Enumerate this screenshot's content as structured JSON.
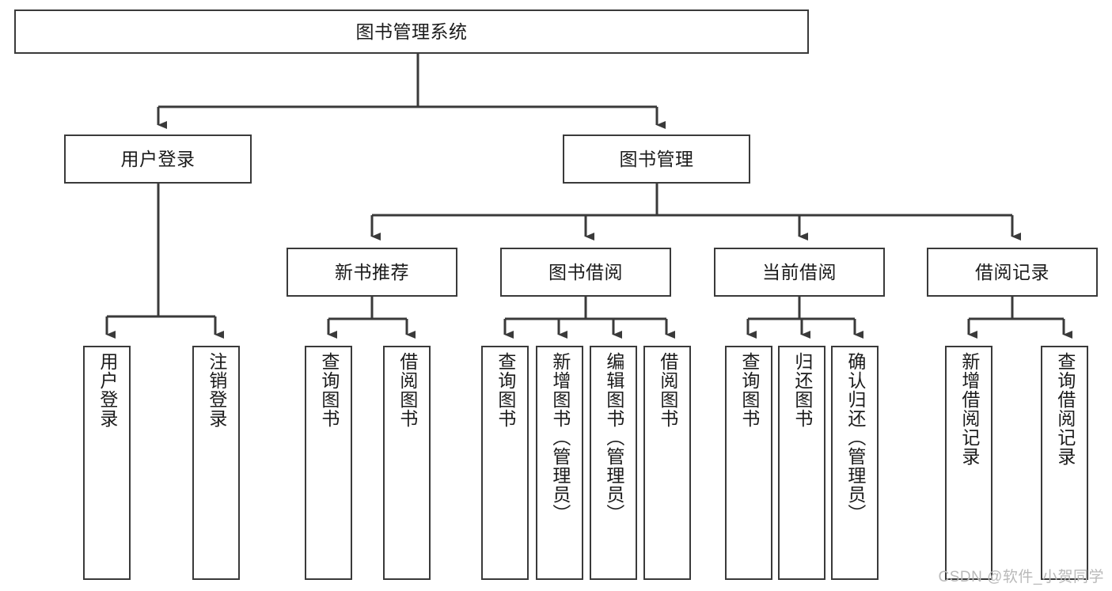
{
  "diagram": {
    "title": "图书管理系统",
    "type": "tree-hierarchy",
    "colors": {
      "box_border": "#3a3a3a",
      "box_fill": "#ffffff",
      "edge": "#3a3a3a",
      "text": "#1b1b1b",
      "watermark": "#b9b9b9"
    }
  },
  "root": {
    "label": "图书管理系统"
  },
  "level2": [
    {
      "label": "用户登录"
    },
    {
      "label": "图书管理"
    }
  ],
  "level3": [
    {
      "label": "新书推荐"
    },
    {
      "label": "图书借阅"
    },
    {
      "label": "当前借阅"
    },
    {
      "label": "借阅记录"
    }
  ],
  "leaves": {
    "user_login": [
      {
        "label": "用户登录"
      },
      {
        "label": "注销登录"
      }
    ],
    "new_book_recommend": [
      {
        "label": "查询图书"
      },
      {
        "label": "借阅图书"
      }
    ],
    "book_borrow": [
      {
        "label": "查询图书"
      },
      {
        "label": "新增图书（管理员）"
      },
      {
        "label": "编辑图书（管理员）"
      },
      {
        "label": "借阅图书"
      }
    ],
    "current_borrow": [
      {
        "label": "查询图书"
      },
      {
        "label": "归还图书"
      },
      {
        "label": "确认归还（管理员）"
      }
    ],
    "borrow_record": [
      {
        "label": "新增借阅记录"
      },
      {
        "label": "查询借阅记录"
      }
    ]
  },
  "watermark": {
    "text": "CSDN @软件_小贺同学"
  }
}
